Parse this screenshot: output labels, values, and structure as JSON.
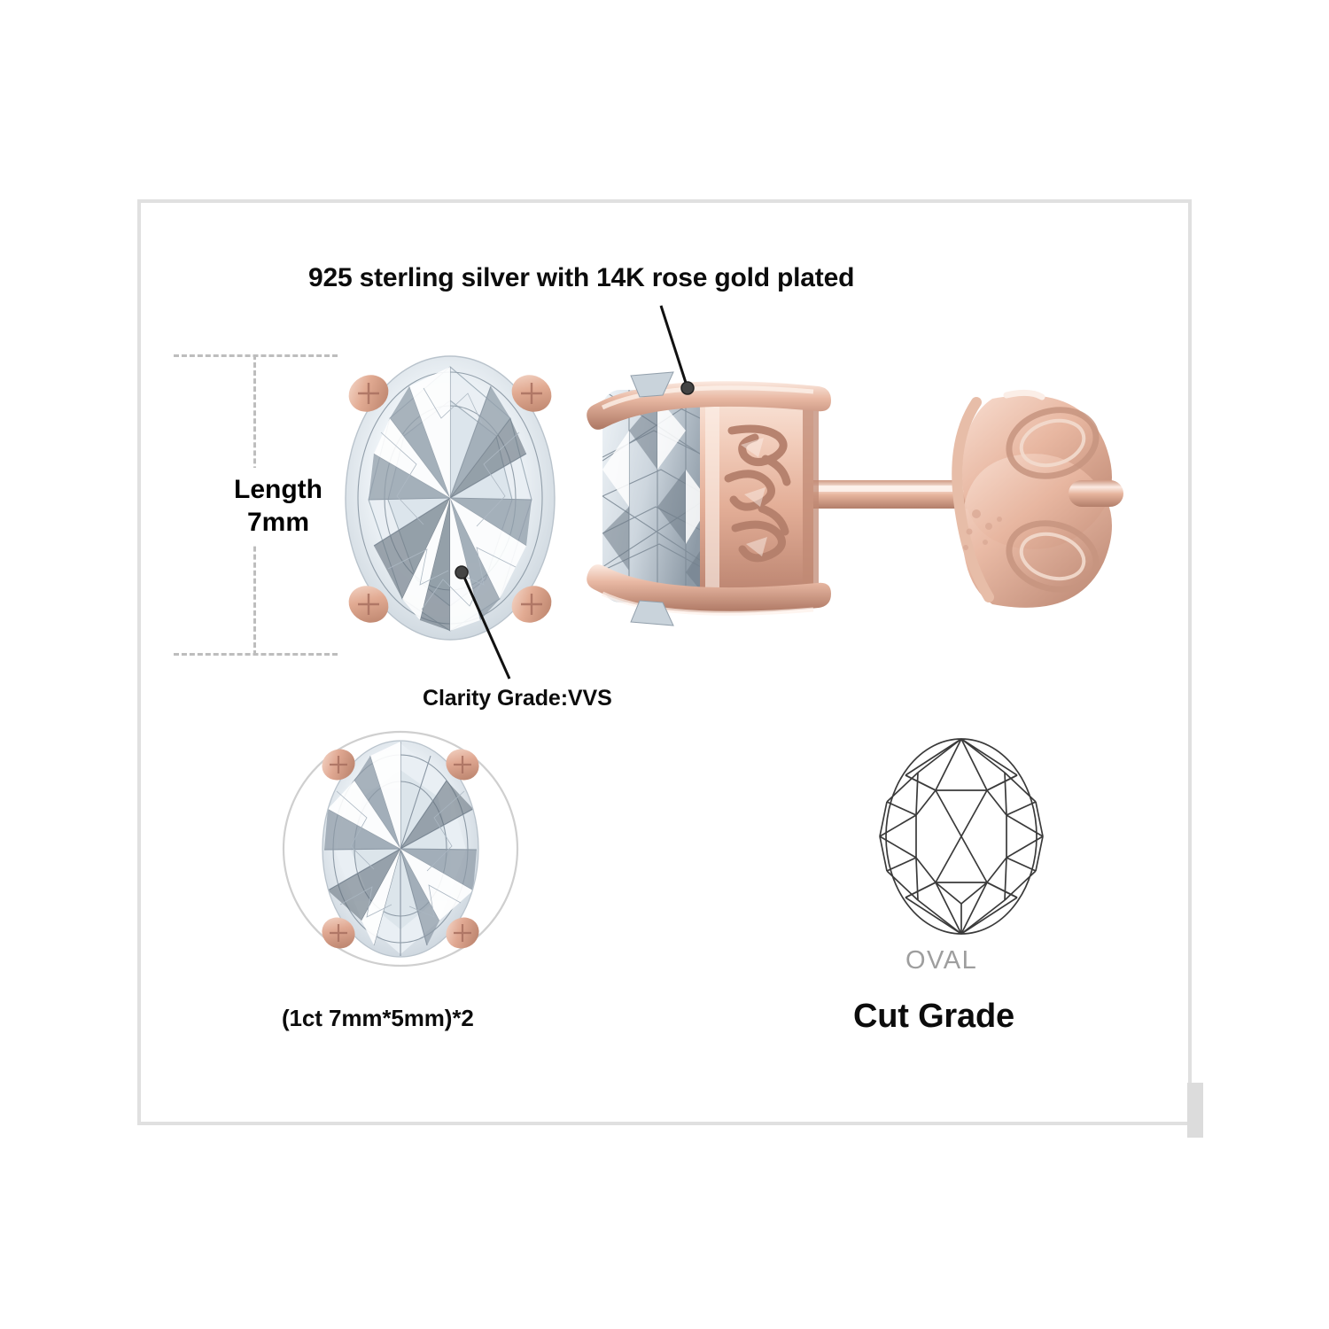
{
  "product": {
    "type": "oval-cut solitaire stud earrings",
    "headline": "925 sterling silver with 14K rose gold plated",
    "dimension": {
      "label": "Length",
      "value": "7mm",
      "full": "Length 7mm"
    },
    "clarity": {
      "label": "Clarity Grade:VVS"
    },
    "carat": {
      "label": "(1ct 7mm*5mm)*2"
    },
    "cut": {
      "shape_name": "OVAL",
      "label": "Cut Grade"
    }
  },
  "annotations": [
    {
      "name": "metal-callout",
      "text": "925 sterling silver with 14K rose gold plated"
    },
    {
      "name": "clarity-callout",
      "text": "Clarity Grade:VVS"
    }
  ],
  "colors": {
    "rose_gold_light": "#f3d3c4",
    "rose_gold_mid": "#e0ab95",
    "rose_gold_dark": "#c08a74",
    "rose_gold_shadow": "#a97060",
    "frame_border": "#e0e0e0",
    "dash_gray": "#bdbdbd",
    "label_gray": "#9e9e9e",
    "text_black": "#0c0c0c",
    "diamond_pale": "#f4f7f9",
    "diamond_mid": "#c3ccd4",
    "diamond_dark": "#77848f",
    "circle_outline": "#cfcfcf",
    "background": "#ffffff"
  },
  "icons": {
    "leader_line": "leader-line-icon",
    "leader_dot": "leader-dot-icon",
    "oval_diagram": "oval-cut-diagram-icon",
    "dimension_bracket": "dimension-bracket-icon"
  }
}
